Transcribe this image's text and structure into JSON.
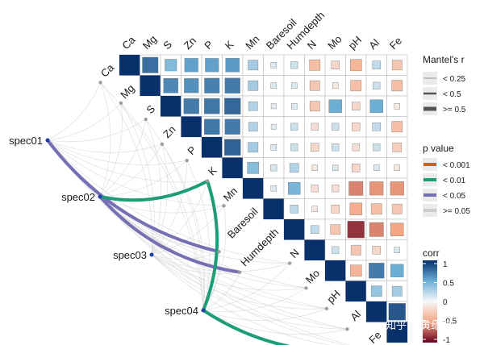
{
  "chart_data": {
    "type": "heatmap",
    "variables": [
      "Ca",
      "Mg",
      "S",
      "Zn",
      "P",
      "K",
      "Mn",
      "Baresoil",
      "Humdepth",
      "N",
      "Mo",
      "pH",
      "Al",
      "Fe"
    ],
    "corr_upper": [
      [
        1,
        0.75,
        0.42,
        0.55,
        0.55,
        0.58,
        0.3,
        0.1,
        0.15,
        -0.35,
        -0.2,
        -0.4,
        0.2,
        -0.3
      ],
      [
        null,
        1,
        0.65,
        0.62,
        0.68,
        0.7,
        0.3,
        0.1,
        0.1,
        -0.3,
        -0.1,
        -0.35,
        0.15,
        -0.35
      ],
      [
        null,
        null,
        1,
        0.7,
        0.72,
        0.78,
        0.25,
        0.08,
        0.1,
        -0.3,
        0.5,
        -0.2,
        0.5,
        -0.1
      ],
      [
        null,
        null,
        null,
        1,
        0.72,
        0.7,
        0.25,
        0.08,
        0.15,
        -0.15,
        0.15,
        -0.2,
        0.2,
        -0.35
      ],
      [
        null,
        null,
        null,
        null,
        1,
        0.8,
        0.3,
        0.1,
        0.15,
        -0.2,
        0.15,
        -0.15,
        0.15,
        -0.25
      ],
      [
        null,
        null,
        null,
        null,
        null,
        1,
        0.4,
        0.12,
        0.25,
        -0.1,
        0.1,
        -0.2,
        0.1,
        -0.1
      ],
      [
        null,
        null,
        null,
        null,
        null,
        null,
        1,
        0.1,
        0.45,
        -0.15,
        -0.15,
        -0.6,
        -0.55,
        -0.55
      ],
      [
        null,
        null,
        null,
        null,
        null,
        null,
        null,
        1,
        0.2,
        -0.1,
        -0.2,
        -0.45,
        -0.35,
        -0.3
      ],
      [
        null,
        null,
        null,
        null,
        null,
        null,
        null,
        null,
        1,
        0.2,
        -0.3,
        -0.85,
        -0.6,
        -0.5
      ],
      [
        null,
        null,
        null,
        null,
        null,
        null,
        null,
        null,
        null,
        1,
        0.15,
        -0.3,
        -0.2,
        0.1
      ],
      [
        null,
        null,
        null,
        null,
        null,
        null,
        null,
        null,
        null,
        null,
        1,
        -0.4,
        0.7,
        0.5
      ],
      [
        null,
        null,
        null,
        null,
        null,
        null,
        null,
        null,
        null,
        null,
        null,
        1,
        0.35,
        0.3
      ],
      [
        null,
        null,
        null,
        null,
        null,
        null,
        null,
        null,
        null,
        null,
        null,
        null,
        1,
        0.85
      ],
      [
        null,
        null,
        null,
        null,
        null,
        null,
        null,
        null,
        null,
        null,
        null,
        null,
        null,
        1
      ]
    ],
    "species": [
      "spec01",
      "spec02",
      "spec03",
      "spec04"
    ],
    "mantel_links": [
      {
        "from": "spec01",
        "to": "Baresoil",
        "r_class": ">= 0.5",
        "p_class": "< 0.05"
      },
      {
        "from": "spec02",
        "to": "Humdepth",
        "r_class": ">= 0.5",
        "p_class": "< 0.05"
      },
      {
        "from": "spec02",
        "to": "K",
        "r_class": ">= 0.5",
        "p_class": "< 0.01"
      },
      {
        "from": "spec04",
        "to": "K",
        "r_class": ">= 0.5",
        "p_class": "< 0.01"
      },
      {
        "from": "spec04",
        "to": "Fe",
        "r_class": ">= 0.5",
        "p_class": "< 0.01"
      },
      {
        "from": "spec01",
        "to": "Ca",
        "r_class": "< 0.25",
        "p_class": ">= 0.05"
      },
      {
        "from": "spec01",
        "to": "Mg",
        "r_class": "< 0.25",
        "p_class": ">= 0.05"
      },
      {
        "from": "spec01",
        "to": "S",
        "r_class": "< 0.25",
        "p_class": ">= 0.05"
      },
      {
        "from": "spec01",
        "to": "Zn",
        "r_class": "< 0.25",
        "p_class": ">= 0.05"
      },
      {
        "from": "spec01",
        "to": "P",
        "r_class": "< 0.25",
        "p_class": ">= 0.05"
      },
      {
        "from": "spec01",
        "to": "K",
        "r_class": "< 0.25",
        "p_class": ">= 0.05"
      },
      {
        "from": "spec01",
        "to": "Mn",
        "r_class": "< 0.25",
        "p_class": ">= 0.05"
      },
      {
        "from": "spec01",
        "to": "Humdepth",
        "r_class": "< 0.25",
        "p_class": ">= 0.05"
      },
      {
        "from": "spec01",
        "to": "N",
        "r_class": "< 0.25",
        "p_class": ">= 0.05"
      },
      {
        "from": "spec01",
        "to": "Mo",
        "r_class": "< 0.25",
        "p_class": ">= 0.05"
      },
      {
        "from": "spec01",
        "to": "pH",
        "r_class": "< 0.25",
        "p_class": ">= 0.05"
      },
      {
        "from": "spec01",
        "to": "Al",
        "r_class": "< 0.25",
        "p_class": ">= 0.05"
      },
      {
        "from": "spec01",
        "to": "Fe",
        "r_class": "< 0.25",
        "p_class": ">= 0.05"
      },
      {
        "from": "spec02",
        "to": "Ca",
        "r_class": "< 0.25",
        "p_class": ">= 0.05"
      },
      {
        "from": "spec02",
        "to": "Mg",
        "r_class": "< 0.25",
        "p_class": ">= 0.05"
      },
      {
        "from": "spec02",
        "to": "S",
        "r_class": "< 0.25",
        "p_class": ">= 0.05"
      },
      {
        "from": "spec02",
        "to": "Zn",
        "r_class": "< 0.25",
        "p_class": ">= 0.05"
      },
      {
        "from": "spec02",
        "to": "P",
        "r_class": "< 0.25",
        "p_class": ">= 0.05"
      },
      {
        "from": "spec02",
        "to": "Mn",
        "r_class": "< 0.25",
        "p_class": ">= 0.05"
      },
      {
        "from": "spec02",
        "to": "Baresoil",
        "r_class": "< 0.25",
        "p_class": ">= 0.05"
      },
      {
        "from": "spec02",
        "to": "N",
        "r_class": "< 0.25",
        "p_class": ">= 0.05"
      },
      {
        "from": "spec02",
        "to": "Mo",
        "r_class": "< 0.25",
        "p_class": ">= 0.05"
      },
      {
        "from": "spec02",
        "to": "pH",
        "r_class": "< 0.25",
        "p_class": ">= 0.05"
      },
      {
        "from": "spec02",
        "to": "Al",
        "r_class": "< 0.25",
        "p_class": ">= 0.05"
      },
      {
        "from": "spec02",
        "to": "Fe",
        "r_class": "< 0.25",
        "p_class": ">= 0.05"
      },
      {
        "from": "spec03",
        "to": "Ca",
        "r_class": "< 0.25",
        "p_class": ">= 0.05"
      },
      {
        "from": "spec03",
        "to": "Mg",
        "r_class": "< 0.25",
        "p_class": ">= 0.05"
      },
      {
        "from": "spec03",
        "to": "S",
        "r_class": "< 0.25",
        "p_class": ">= 0.05"
      },
      {
        "from": "spec03",
        "to": "Zn",
        "r_class": "< 0.25",
        "p_class": ">= 0.05"
      },
      {
        "from": "spec03",
        "to": "P",
        "r_class": "< 0.25",
        "p_class": ">= 0.05"
      },
      {
        "from": "spec03",
        "to": "K",
        "r_class": "< 0.25",
        "p_class": ">= 0.05"
      },
      {
        "from": "spec03",
        "to": "Mn",
        "r_class": "< 0.25",
        "p_class": ">= 0.05"
      },
      {
        "from": "spec03",
        "to": "Baresoil",
        "r_class": "< 0.25",
        "p_class": ">= 0.05"
      },
      {
        "from": "spec03",
        "to": "Humdepth",
        "r_class": "< 0.25",
        "p_class": ">= 0.05"
      },
      {
        "from": "spec03",
        "to": "N",
        "r_class": "< 0.25",
        "p_class": ">= 0.05"
      },
      {
        "from": "spec03",
        "to": "Mo",
        "r_class": "< 0.25",
        "p_class": ">= 0.05"
      },
      {
        "from": "spec03",
        "to": "pH",
        "r_class": "< 0.25",
        "p_class": ">= 0.05"
      },
      {
        "from": "spec03",
        "to": "Al",
        "r_class": "< 0.25",
        "p_class": ">= 0.05"
      },
      {
        "from": "spec03",
        "to": "Fe",
        "r_class": "< 0.25",
        "p_class": ">= 0.05"
      },
      {
        "from": "spec04",
        "to": "Ca",
        "r_class": "< 0.25",
        "p_class": ">= 0.05"
      },
      {
        "from": "spec04",
        "to": "Mg",
        "r_class": "< 0.25",
        "p_class": ">= 0.05"
      },
      {
        "from": "spec04",
        "to": "S",
        "r_class": "< 0.25",
        "p_class": ">= 0.05"
      },
      {
        "from": "spec04",
        "to": "Zn",
        "r_class": "< 0.25",
        "p_class": ">= 0.05"
      },
      {
        "from": "spec04",
        "to": "P",
        "r_class": "< 0.25",
        "p_class": ">= 0.05"
      },
      {
        "from": "spec04",
        "to": "Mn",
        "r_class": "< 0.25",
        "p_class": ">= 0.05"
      },
      {
        "from": "spec04",
        "to": "Baresoil",
        "r_class": "< 0.25",
        "p_class": ">= 0.05"
      },
      {
        "from": "spec04",
        "to": "Humdepth",
        "r_class": "< 0.25",
        "p_class": ">= 0.05"
      },
      {
        "from": "spec04",
        "to": "N",
        "r_class": "< 0.25",
        "p_class": ">= 0.05"
      },
      {
        "from": "spec04",
        "to": "Mo",
        "r_class": "< 0.25",
        "p_class": ">= 0.05"
      },
      {
        "from": "spec04",
        "to": "pH",
        "r_class": "< 0.25",
        "p_class": ">= 0.05"
      },
      {
        "from": "spec04",
        "to": "Al",
        "r_class": "< 0.25",
        "p_class": ">= 0.05"
      }
    ],
    "legend": {
      "mantel_title": "Mantel's r",
      "mantel_items": [
        "< 0.25",
        "< 0.5",
        ">= 0.5"
      ],
      "p_title": "p value",
      "p_items": [
        {
          "label": "< 0.001",
          "color": "#d95f02"
        },
        {
          "label": "< 0.01",
          "color": "#1b9e77"
        },
        {
          "label": "< 0.05",
          "color": "#7570b3"
        },
        {
          "label": ">= 0.05",
          "color": "#cccccc"
        }
      ],
      "corr_title": "corr",
      "corr_ticks": [
        "1",
        "0.5",
        "0",
        "-0.5",
        "-1"
      ]
    },
    "colors": {
      "pos_high": "#08306b",
      "pos_mid": "#6baed6",
      "neutral": "#f7f7f7",
      "neg_mid": "#f4a582",
      "neg_high": "#67001f"
    },
    "watermark": "知乎 @黄绍伟"
  }
}
